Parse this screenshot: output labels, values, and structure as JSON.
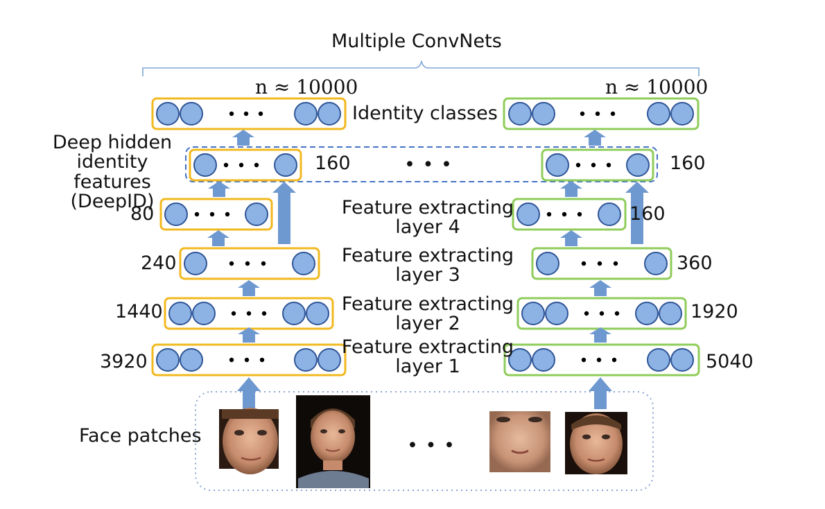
{
  "title": "Multiple ConvNets",
  "n_label_left": "n ≈ 10000",
  "n_label_right": "n ≈ 10000",
  "identity_classes": "Identity classes",
  "deepid_label": "Deep hidden\nidentity features\n(DeepID)",
  "deepid_left_dim": "160",
  "deepid_right_dim": "160",
  "between_nets_ellipsis": "• • •",
  "layers": [
    {
      "name": "Feature extracting\nlayer 4",
      "left_dim": "80",
      "right_dim": "160"
    },
    {
      "name": "Feature extracting\nlayer 3",
      "left_dim": "240",
      "right_dim": "360"
    },
    {
      "name": "Feature extracting\nlayer 2",
      "left_dim": "1440",
      "right_dim": "1920"
    },
    {
      "name": "Feature extracting\nlayer 1",
      "left_dim": "3920",
      "right_dim": "5040"
    }
  ],
  "face_patches_label": "Face patches",
  "face_patches_ellipsis": "• • •",
  "colors": {
    "left_net_box": "#f2b81f",
    "right_net_box": "#8fcc5a",
    "neuron_fill": "#8db2e4",
    "neuron_stroke": "#2f5597",
    "arrow": "#6e98d0",
    "deepid_dashed": "#4472c4",
    "patches_dotted": "#8aa4cf",
    "brace": "#7fa6d6"
  }
}
